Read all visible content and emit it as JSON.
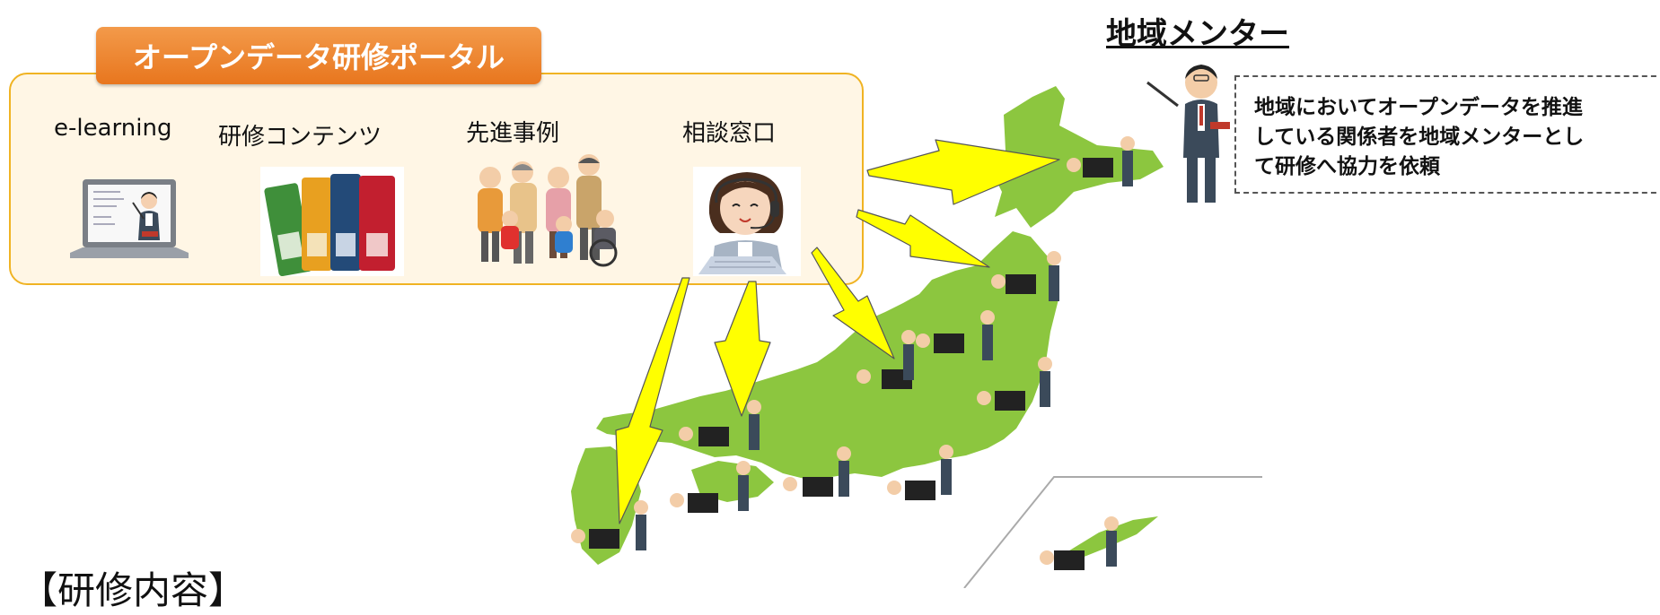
{
  "portal": {
    "title": "オープンデータ研修ポータル",
    "items": [
      {
        "label": "e-learning"
      },
      {
        "label": "研修コンテンツ"
      },
      {
        "label": "先進事例"
      },
      {
        "label": "相談窓口"
      }
    ]
  },
  "mentor": {
    "title": "地域メンター",
    "description_lines": [
      "地域においてオープンデータを推進",
      "している関係者を地域メンターとし",
      "て研修へ協力を依頼"
    ]
  },
  "training": {
    "heading": "【研修内容】"
  },
  "colors": {
    "portal_orange": "#e8761e",
    "portal_border": "#f0b323",
    "portal_fill": "#fff6e5",
    "arrow_yellow": "#ffff00",
    "map_green": "#8cc63f"
  }
}
